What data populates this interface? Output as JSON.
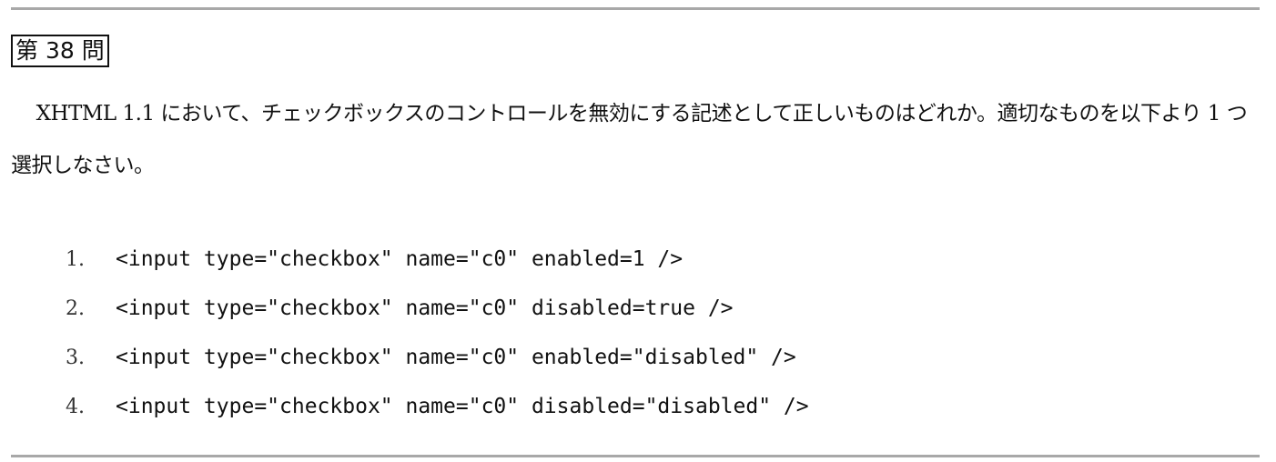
{
  "question": {
    "number_label": "第 38 問",
    "text": "XHTML 1.1 において、チェックボックスのコントロールを無効にする記述として正しいものはどれか。適切なものを以下より 1 つ選択しなさい。"
  },
  "choices": [
    {
      "number": "1.",
      "code": "<input type=\"checkbox\" name=\"c0\" enabled=1 />"
    },
    {
      "number": "2.",
      "code": "<input type=\"checkbox\" name=\"c0\" disabled=true />"
    },
    {
      "number": "3.",
      "code": "<input type=\"checkbox\" name=\"c0\" enabled=\"disabled\" />"
    },
    {
      "number": "4.",
      "code": "<input type=\"checkbox\" name=\"c0\" disabled=\"disabled\" />"
    }
  ],
  "colors": {
    "rule": "#a8a8a8",
    "text": "#111111",
    "number": "#333333"
  }
}
